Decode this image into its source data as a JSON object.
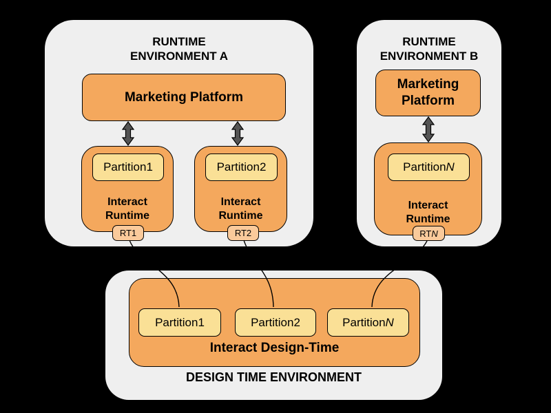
{
  "diagram": {
    "env_a": {
      "title": [
        "RUNTIME",
        "ENVIRONMENT A"
      ],
      "platform": "Marketing Platform",
      "runtimes": [
        {
          "partition": "Partition1",
          "partition_suffix": "",
          "name": [
            "Interact",
            "Runtime"
          ],
          "tag": "RT1",
          "tag_suffix": ""
        },
        {
          "partition": "Partition2",
          "partition_suffix": "",
          "name": [
            "Interact",
            "Runtime"
          ],
          "tag": "RT2",
          "tag_suffix": ""
        }
      ]
    },
    "env_b": {
      "title": [
        "RUNTIME",
        "ENVIRONMENT B"
      ],
      "platform_lines": [
        "Marketing",
        "Platform"
      ],
      "runtime": {
        "partition": "Partition",
        "partition_suffix": "N",
        "name": [
          "Interact",
          "Runtime"
        ],
        "tag": "RT",
        "tag_suffix": "N"
      }
    },
    "design_env": {
      "partitions": [
        {
          "label": "Partition1",
          "suffix": ""
        },
        {
          "label": "Partition2",
          "suffix": ""
        },
        {
          "label": "Partition",
          "suffix": "N"
        }
      ],
      "box_label": "Interact Design-Time",
      "title": "DESIGN TIME ENVIRONMENT"
    },
    "colors": {
      "background": "#000000",
      "container_fill": "#EFEFEF",
      "box_orange": "#F4A85D",
      "partition_yellow": "#FAE096",
      "tag_peach": "#FACA9B",
      "arrow_gray": "#545454",
      "line_black": "#000000"
    }
  }
}
